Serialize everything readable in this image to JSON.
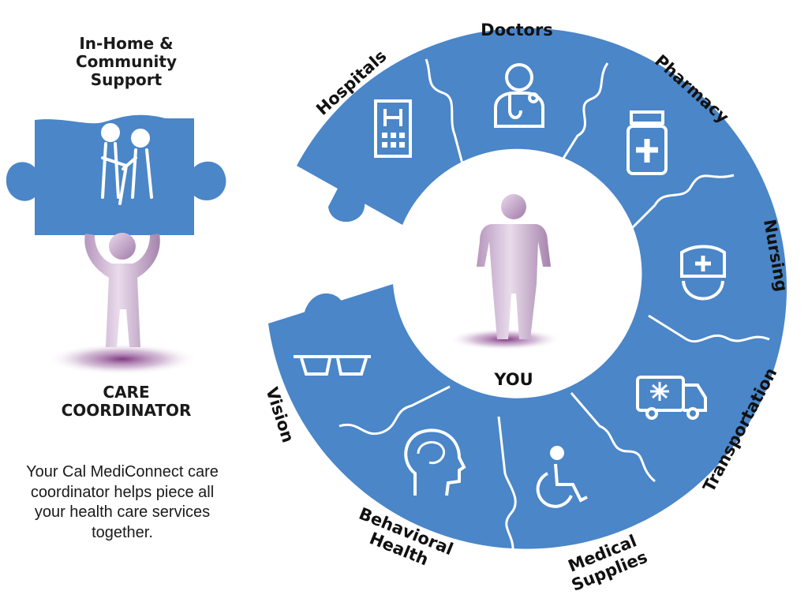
{
  "left_panel": {
    "support_title_lines": [
      "In-Home &",
      "Community",
      "Support"
    ],
    "coordinator_title_lines": [
      "CARE",
      "COORDINATOR"
    ],
    "description": "Your Cal MediConnect care coordinator helps piece all your health care services together."
  },
  "wheel": {
    "center_label": "YOU",
    "pieces": [
      {
        "label": "Hospitals",
        "icon": "hospital-icon"
      },
      {
        "label": "Doctors",
        "icon": "doctor-icon"
      },
      {
        "label": "Pharmacy",
        "icon": "pill-bottle-icon"
      },
      {
        "label": "Nursing",
        "icon": "nurse-cap-icon"
      },
      {
        "label": "Transportation",
        "icon": "ambulance-icon"
      },
      {
        "label": "Medical Supplies",
        "icon": "wheelchair-icon"
      },
      {
        "label": "Behavioral Health",
        "icon": "brain-head-icon"
      },
      {
        "label": "Vision",
        "icon": "glasses-icon"
      }
    ]
  },
  "colors": {
    "puzzle_blue": "#4a86c8",
    "puzzle_border": "#ffffff",
    "figure_purple": "#c6a8cc",
    "shadow_purple": "#7a2e7c"
  }
}
